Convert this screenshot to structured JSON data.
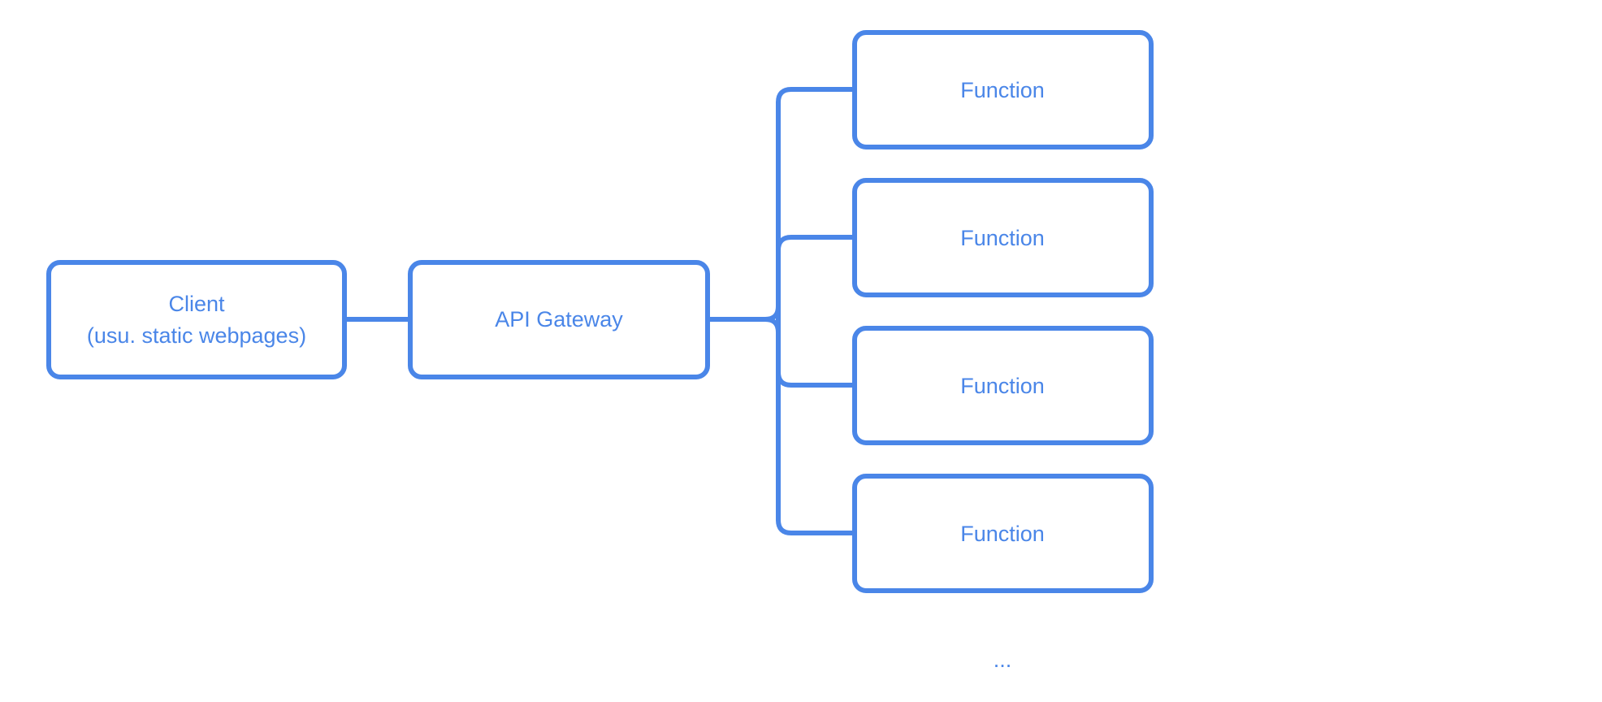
{
  "colors": {
    "stroke": "#4a86e8",
    "text": "#4a86e8",
    "background": "#ffffff"
  },
  "client": {
    "line1": "Client",
    "line2": "(usu. static webpages)"
  },
  "gateway": {
    "label": "API Gateway"
  },
  "functions": [
    {
      "label": "Function"
    },
    {
      "label": "Function"
    },
    {
      "label": "Function"
    },
    {
      "label": "Function"
    }
  ],
  "more": {
    "label": "..."
  }
}
